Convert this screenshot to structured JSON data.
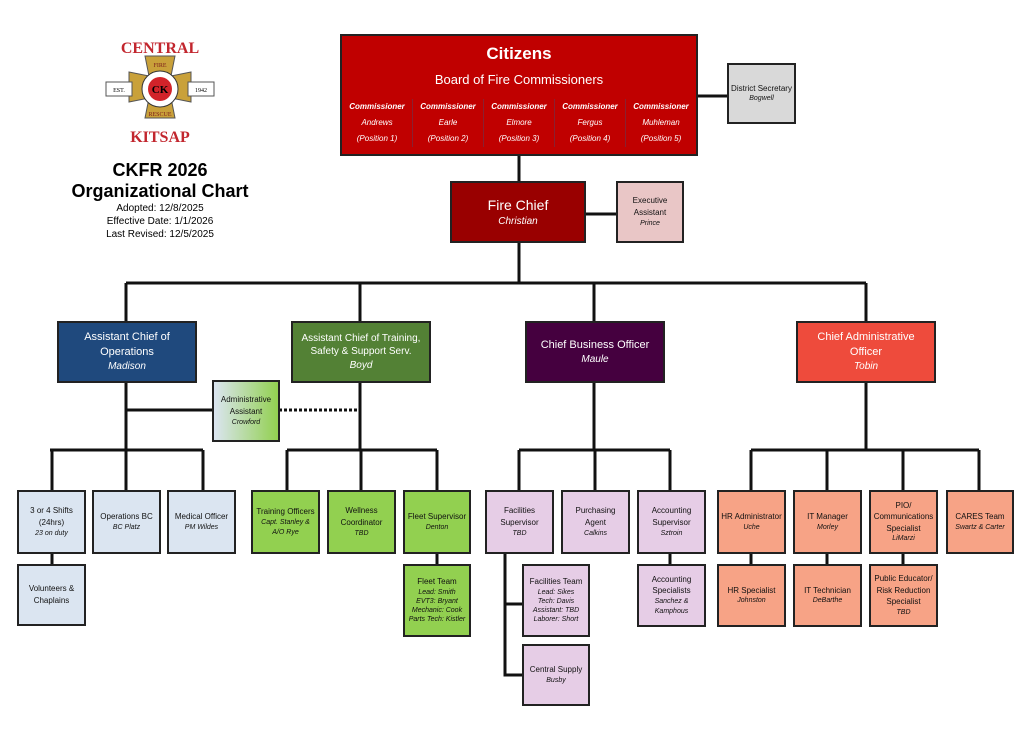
{
  "logo": {
    "top": "CENTRAL",
    "bottom": "KITSAP",
    "fire": "FIRE",
    "rescue": "RESCUE",
    "est": "EST.",
    "year": "1942",
    "mono": "CK"
  },
  "header": {
    "title": "CKFR 2026",
    "subtitle": "Organizational Chart",
    "adopted": "Adopted: 12/8/2025",
    "effective": "Effective Date: 1/1/2026",
    "revised": "Last Revised: 12/5/2025"
  },
  "board": {
    "title": "Citizens",
    "subtitle": "Board of Fire Commissioners",
    "commissioners": [
      {
        "role": "Commissioner",
        "name": "Andrews",
        "pos": "(Position 1)"
      },
      {
        "role": "Commissioner",
        "name": "Earle",
        "pos": "(Position 2)"
      },
      {
        "role": "Commissioner",
        "name": "Elmore",
        "pos": "(Position 3)"
      },
      {
        "role": "Commissioner",
        "name": "Fergus",
        "pos": "(Position 4)"
      },
      {
        "role": "Commissioner",
        "name": "Muhleman",
        "pos": "(Position 5)"
      }
    ]
  },
  "district_secretary": {
    "title": "District Secretary",
    "name": "Bogwell"
  },
  "fire_chief": {
    "title": "Fire Chief",
    "name": "Christian"
  },
  "executive_assistant": {
    "title": "Executive Assistant",
    "name": "Prince"
  },
  "operations": {
    "title": "Assistant Chief of Operations",
    "name": "Madison",
    "admin_assistant": {
      "title": "Administrative Assistant",
      "name": "Crowford"
    },
    "children": [
      {
        "title": "3 or 4 Shifts (24hrs)",
        "name": "23 on duty"
      },
      {
        "title": "Operations BC",
        "name": "BC Platz"
      },
      {
        "title": "Medical Officer",
        "name": "PM Wildes"
      },
      {
        "title": "Volunteers & Chaplains"
      }
    ]
  },
  "training": {
    "title": "Assistant Chief of Training, Safety & Support Serv.",
    "name": "Boyd",
    "children": [
      {
        "title": "Training Officers",
        "name": "Capt. Stanley & A/O Rye"
      },
      {
        "title": "Wellness Coordinator",
        "name": "TBD"
      },
      {
        "title": "Fleet Supervisor",
        "name": "Denton"
      },
      {
        "title": "Fleet Team",
        "lines": [
          "Lead: Smith",
          "EVT3: Bryant",
          "Mechanic: Cook",
          "Parts Tech: Kistler"
        ]
      }
    ]
  },
  "business": {
    "title": "Chief Business Officer",
    "name": "Maule",
    "children": [
      {
        "title": "Facilities Supervisor",
        "name": "TBD"
      },
      {
        "title": "Purchasing Agent",
        "name": "Calkins"
      },
      {
        "title": "Accounting Supervisor",
        "name": "Sztroin"
      },
      {
        "title": "Facilities Team",
        "lines": [
          "Lead: Sikes",
          "Tech: Davis",
          "Assistant: TBD",
          "Laborer: Short"
        ]
      },
      {
        "title": "Central Supply",
        "name": "Busby"
      },
      {
        "title": "Accounting Specialists",
        "name": "Sanchez & Kamphous"
      }
    ]
  },
  "administrative": {
    "title": "Chief Administrative Officer",
    "name": "Tobin",
    "children": [
      {
        "title": "HR Administrator",
        "name": "Uche"
      },
      {
        "title": "IT Manager",
        "name": "Morley"
      },
      {
        "title": "PIO/ Communications Specialist",
        "name": "LiMarzi"
      },
      {
        "title": "CARES Team",
        "name": "Swartz & Carter"
      },
      {
        "title": "HR Specialist",
        "name": "Johnston"
      },
      {
        "title": "IT Technician",
        "name": "DeBarthe"
      },
      {
        "title": "Public Educator/ Risk Reduction Specialist",
        "name": "TBD"
      }
    ]
  },
  "colors": {
    "board": "#c00000",
    "chief": "#990000",
    "operations": "#1f497d",
    "training": "#538135",
    "business": "#45003f",
    "administrative": "#ee4b3c",
    "ops_children": "#dbe5f1",
    "training_children": "#92d050",
    "business_children": "#e6cde6",
    "admin_children": "#f7a386"
  }
}
